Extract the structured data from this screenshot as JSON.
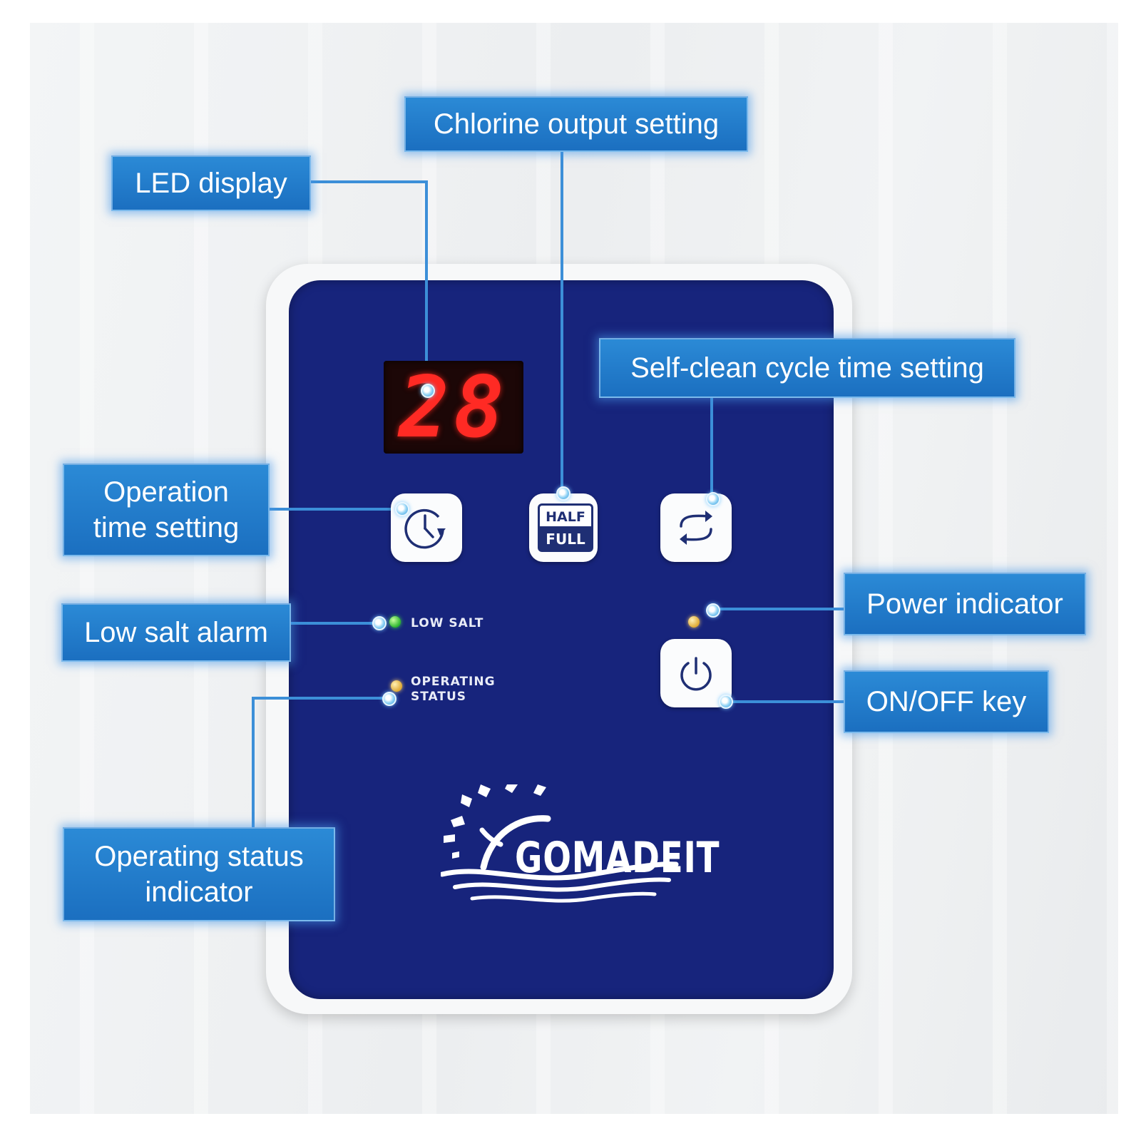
{
  "led_display": {
    "value": "28"
  },
  "keys": {
    "half": "HALF",
    "full": "FULL"
  },
  "panel": {
    "low_salt": "LOW SALT",
    "operating_status_line1": "OPERATING",
    "operating_status_line2": "STATUS",
    "brand": "GOMADEIT"
  },
  "labels": {
    "led_display": "LED display",
    "chlorine_output": "Chlorine output setting",
    "self_clean": "Self-clean cycle time setting",
    "operation_time_line1": "Operation",
    "operation_time_line2": "time setting",
    "low_salt_alarm": "Low salt alarm",
    "power_indicator": "Power indicator",
    "on_off_key": "ON/OFF key",
    "operating_status_line1": "Operating status",
    "operating_status_line2": "indicator"
  },
  "icons": {
    "operation_time_key": "clock-cycle-icon",
    "self_clean_key": "cycle-arrows-icon",
    "on_off_key": "power-icon",
    "brand_logo": "sun-waves-logo-icon"
  },
  "colors": {
    "panel": "#17247c",
    "callout": "#1f7ac8",
    "led_digits": "#ff2a24"
  }
}
